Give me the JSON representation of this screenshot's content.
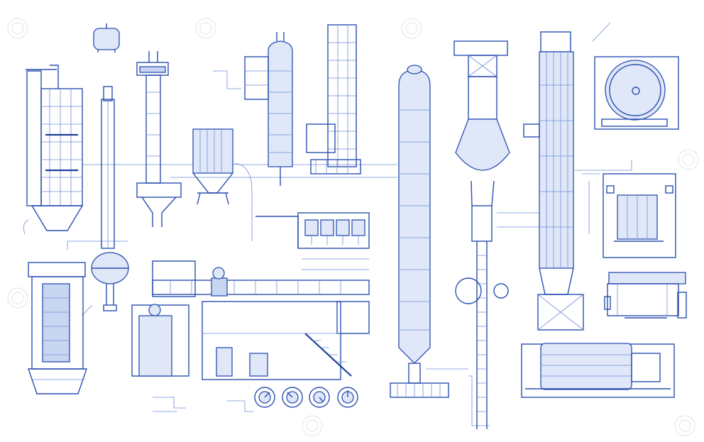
{
  "colors": {
    "line": "#2a4fb0",
    "fill_light": "#dfe7f8",
    "fill_mid": "#c9d6f2",
    "background": "#ffffff",
    "watermark": "#e6e9f2"
  },
  "diagram": {
    "units": [
      {
        "name": "scaffold-tower-top-left",
        "kind": "framed-tower"
      },
      {
        "name": "scaffold-tower-bottom-left",
        "kind": "framed-tower"
      },
      {
        "name": "tall-flue-stack",
        "kind": "stack"
      },
      {
        "name": "spherical-separator",
        "kind": "vessel"
      },
      {
        "name": "small-top-tank",
        "kind": "vessel"
      },
      {
        "name": "column-with-platform",
        "kind": "column"
      },
      {
        "name": "hopper-silo",
        "kind": "silo"
      },
      {
        "name": "reactor-column",
        "kind": "column"
      },
      {
        "name": "framed-structure",
        "kind": "framed-tower"
      },
      {
        "name": "process-platform",
        "kind": "platform"
      },
      {
        "name": "pump-array",
        "kind": "pumps"
      },
      {
        "name": "storage-tank-left",
        "kind": "tank"
      },
      {
        "name": "base-skid-with-stairs",
        "kind": "skid"
      },
      {
        "name": "tall-capsule-vessel",
        "kind": "vessel"
      },
      {
        "name": "spray-dryer-tower",
        "kind": "tower"
      },
      {
        "name": "tall-distillation-column",
        "kind": "column"
      },
      {
        "name": "front-view-vessel-panel",
        "kind": "detail"
      },
      {
        "name": "heat-exchanger-detail",
        "kind": "detail"
      },
      {
        "name": "horizontal-drum-detail",
        "kind": "detail"
      },
      {
        "name": "horizontal-tank-base",
        "kind": "tank"
      },
      {
        "name": "gauge-dials",
        "kind": "instruments",
        "count": 4
      }
    ]
  }
}
